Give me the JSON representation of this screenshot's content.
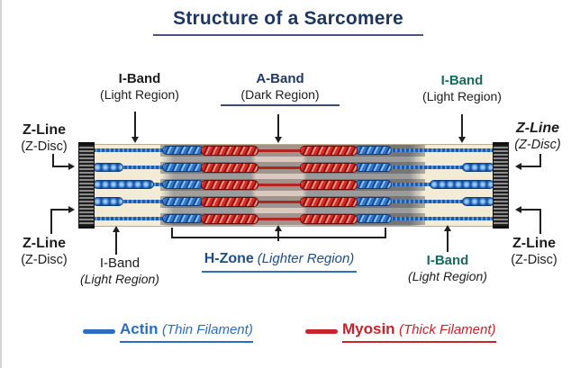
{
  "title": "Structure of a Sarcomere",
  "labels": {
    "iband_top_left": {
      "name": "I-Band",
      "sub": "(Light Region)"
    },
    "aband": {
      "name": "A-Band",
      "sub": "(Dark Region)"
    },
    "iband_top_right": {
      "name": "I-Band",
      "sub": "(Light Region)"
    },
    "zline_top_left": {
      "name": "Z-Line",
      "sub": "(Z-Disc)"
    },
    "zline_top_right": {
      "name": "Z-Line",
      "sub": "(Z-Disc)"
    },
    "zline_bottom_left": {
      "name": "Z-Line",
      "sub": "(Z-Disc)"
    },
    "zline_bottom_right": {
      "name": "Z-Line",
      "sub": "(Z-Disc)"
    },
    "iband_bottom_left": {
      "name": "I-Band",
      "sub": "(Light Region)"
    },
    "iband_bottom_right": {
      "name": "I-Band",
      "sub": "(Light Region)"
    },
    "hzone": {
      "name": "H-Zone",
      "sub": "(Lighter Region)"
    }
  },
  "legend": {
    "actin": {
      "label": "Actin",
      "sub": "(Thin Filament)",
      "color": "#2a6dc2"
    },
    "myosin": {
      "label": "Myosin",
      "sub": "(Thick Filament)",
      "color": "#c9232b"
    }
  },
  "colors": {
    "title_navy": "#1e3662",
    "aband_label_navy": "#203864",
    "iband_label_teal": "#166a5e",
    "hzone_label_navy": "#1d4e89",
    "actin_blue": "#2a6dc2",
    "myosin_red": "#c9232b",
    "iband_region_cream": "#f2ebd6",
    "aband_region_gray": "#9b9b9b",
    "hzone_region_pale": "#dbc9c0",
    "zdisc_dark": "#2b2b2b"
  }
}
